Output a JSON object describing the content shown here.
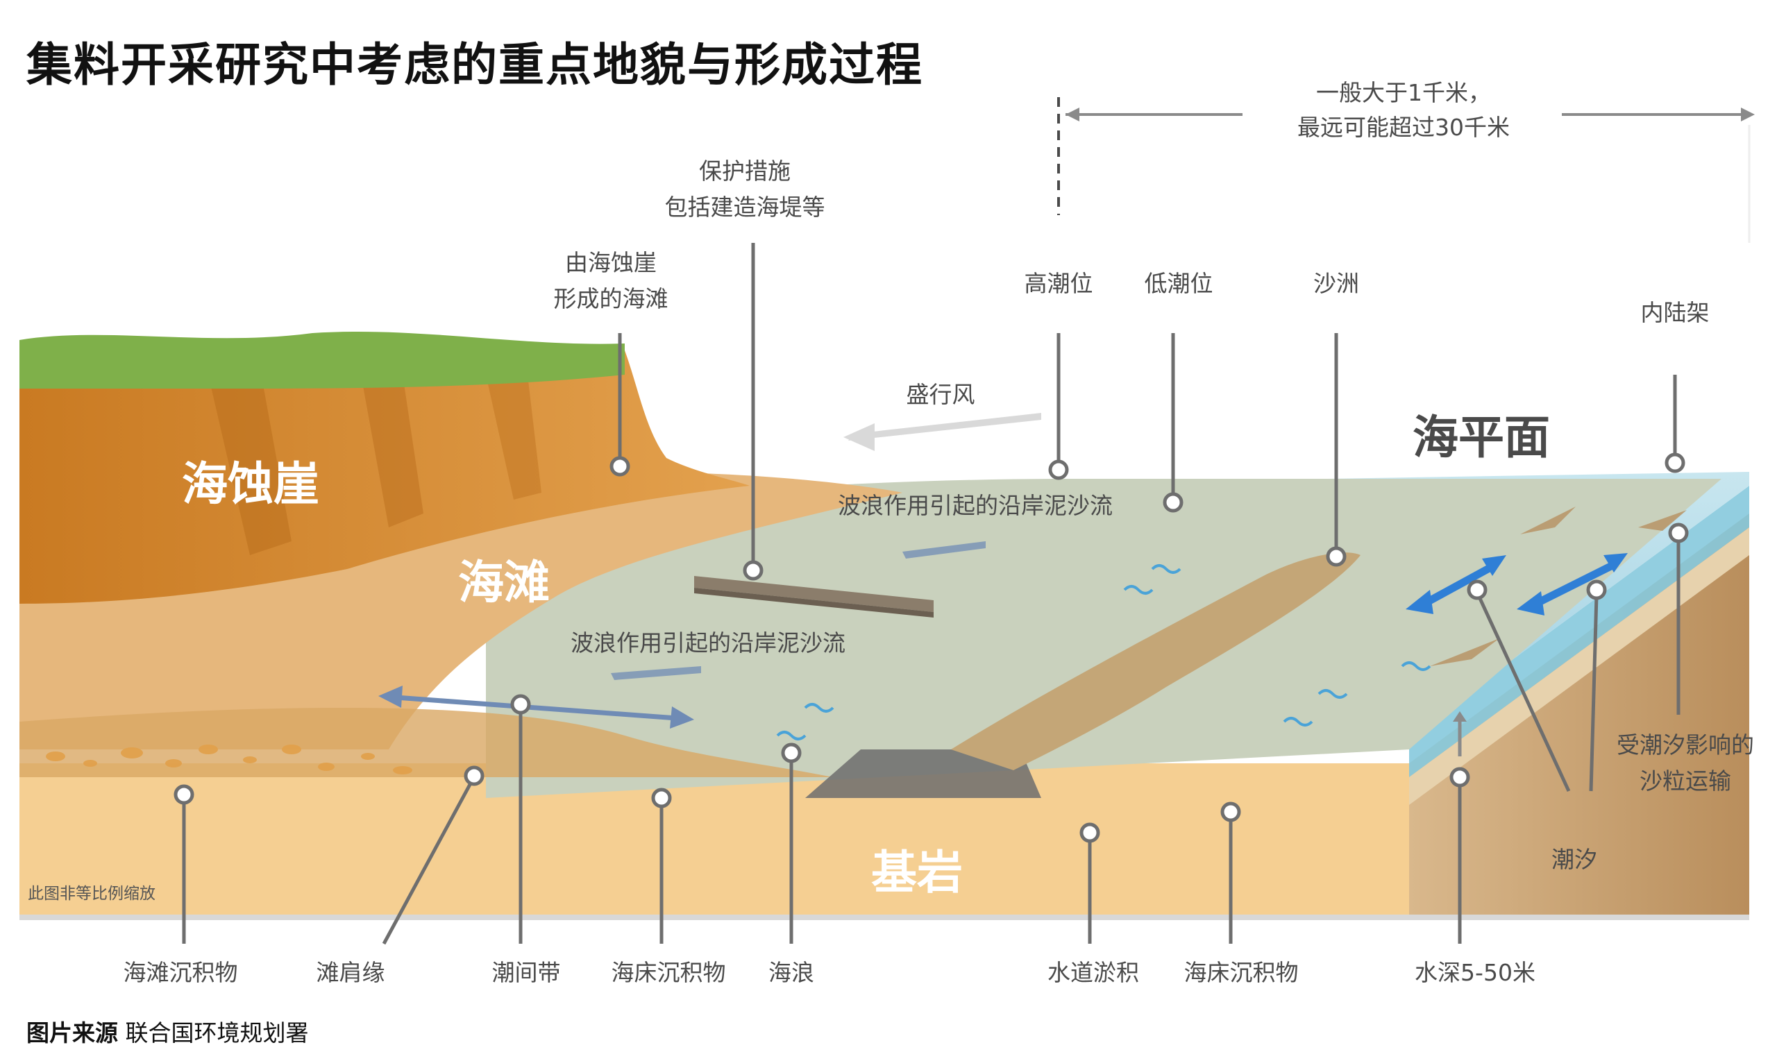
{
  "title": "集料开采研究中考虑的重点地貌与形成过程",
  "distance_note": {
    "line1": "一般大于1千米，",
    "line2": "最远可能超过30千米"
  },
  "regions": {
    "sea_cliff": "海蚀崖",
    "beach": "海滩",
    "bedrock": "基岩",
    "sea_level": "海平面"
  },
  "top_labels": {
    "protection_line1": "保护措施",
    "protection_line2": "包括建造海堤等",
    "cliff_beach_line1": "由海蚀崖",
    "cliff_beach_line2": "形成的海滩",
    "high_tide": "高潮位",
    "low_tide": "低潮位",
    "sandbar": "沙洲",
    "inner_shelf": "内陆架",
    "prevailing_wind": "盛行风",
    "longshore_upper": "波浪作用引起的沿岸泥沙流",
    "longshore_lower": "波浪作用引起的沿岸泥沙流"
  },
  "side_labels": {
    "tidal_transport_line1": "受潮汐影响的",
    "tidal_transport_line2": "沙粒运输",
    "tide": "潮汐"
  },
  "bottom_labels": [
    "海滩沉积物",
    "滩肩缘",
    "潮间带",
    "海床沉积物",
    "海浪",
    "水道淤积",
    "海床沉积物",
    "水深5-50米"
  ],
  "scale_note": "此图非等比例缩放",
  "source_prefix": "图片来源",
  "source_text": "联合国环境规划署",
  "colors": {
    "cliff_orange": "#cf8a2e",
    "grass": "#7fb04a",
    "beach_sand": "#e6b77c",
    "water": "#c9d1bd",
    "sea": "#bfe3ee",
    "bedrock": "#f5cf92",
    "arrow_blue": "#2f7fd6",
    "callout": "#6e6e6e"
  }
}
